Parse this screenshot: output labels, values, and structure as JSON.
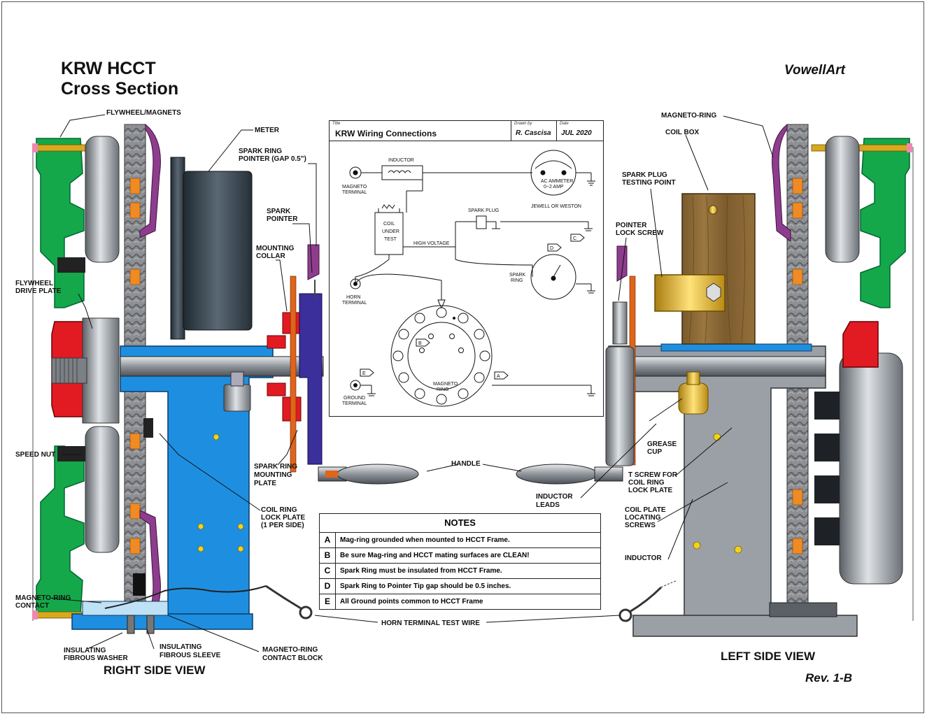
{
  "title": {
    "line1": "KRW HCCT",
    "line2": "Cross Section"
  },
  "brand": "VowellArt",
  "revision": "Rev. 1-B",
  "views": {
    "right": "RIGHT SIDE VIEW",
    "left": "LEFT SIDE VIEW"
  },
  "labels": {
    "flywheel_magnets": "FLYWHEEL/MAGNETS",
    "meter": "METER",
    "spark_ring_pointer_1": "SPARK RING",
    "spark_ring_pointer_2": "POINTER (GAP 0.5\")",
    "spark_pointer_1": "SPARK",
    "spark_pointer_2": "POINTER",
    "mounting_collar_1": "MOUNTING",
    "mounting_collar_2": "COLLAR",
    "flywheel_drive_plate_1": "FLYWHEEL",
    "flywheel_drive_plate_2": "DRIVE PLATE",
    "speed_nut": "SPEED NUT",
    "spark_ring_mounting_plate_1": "SPARK RING",
    "spark_ring_mounting_plate_2": "MOUNTING",
    "spark_ring_mounting_plate_3": "PLATE",
    "coil_ring_lock_plate_1": "COIL RING",
    "coil_ring_lock_plate_2": "LOCK PLATE",
    "coil_ring_lock_plate_3": "(1 PER SIDE)",
    "handle": "HANDLE",
    "magneto_ring_contact_1": "MAGNETO-RING",
    "magneto_ring_contact_2": "CONTACT",
    "insulating_washer_1": "INSULATING",
    "insulating_washer_2": "FIBROUS WASHER",
    "insulating_sleeve_1": "INSULATING",
    "insulating_sleeve_2": "FIBROUS SLEEVE",
    "contact_block_1": "MAGNETO-RING",
    "contact_block_2": "CONTACT BLOCK",
    "horn_terminal_test_wire": "HORN TERMINAL TEST WIRE",
    "magneto_ring": "MAGNETO-RING",
    "coil_box": "COIL BOX",
    "spark_plug_testing_point_1": "SPARK PLUG",
    "spark_plug_testing_point_2": "TESTING POINT",
    "pointer_lock_screw_1": "POINTER",
    "pointer_lock_screw_2": "LOCK SCREW",
    "grease_cup_1": "GREASE",
    "grease_cup_2": "CUP",
    "t_screw_1": "T SCREW FOR",
    "t_screw_2": "COIL RING",
    "t_screw_3": "LOCK PLATE",
    "inductor_leads_1": "INDUCTOR",
    "inductor_leads_2": "LEADS",
    "coil_plate_screws_1": "COIL PLATE",
    "coil_plate_screws_2": "LOCATING",
    "coil_plate_screws_3": "SCREWS",
    "inductor": "INDUCTOR"
  },
  "wiring": {
    "title_caption": "Title",
    "title": "KRW Wiring Connections",
    "drawn_caption": "Drawn by",
    "drawn_by": "R. Cascisa",
    "date_caption": "Date",
    "date": "JUL 2020",
    "magneto_terminal_1": "MAGNETO",
    "magneto_terminal_2": "TERMINAL",
    "inductor": "INDUCTOR",
    "ammeter_1": "AC AMMETER",
    "ammeter_2": "0~2 AMP",
    "ammeter_brand": "JEWELL OR WESTON",
    "spark_plug": "SPARK PLUG",
    "coil_1": "COIL",
    "coil_2": "UNDER",
    "coil_3": "TEST",
    "high_voltage": "HIGH VOLTAGE",
    "spark_ring_1": "SPARK",
    "spark_ring_2": "RING",
    "horn_terminal_1": "HORN",
    "horn_terminal_2": "TERMINAL",
    "ground_terminal_1": "GROUND",
    "ground_terminal_2": "TERMINAL",
    "magneto_ring_1": "MAGNETO",
    "magneto_ring_2": "RING",
    "tag_a": "A",
    "tag_b": "B",
    "tag_c": "C",
    "tag_d": "D",
    "tag_e": "E"
  },
  "notes": {
    "heading": "NOTES",
    "rows": [
      {
        "letter": "A",
        "text": "Mag-ring grounded when mounted to HCCT Frame."
      },
      {
        "letter": "B",
        "text": "Be sure Mag-ring and HCCT mating surfaces are CLEAN!"
      },
      {
        "letter": "C",
        "text": "Spark Ring must be insulated from HCCT Frame."
      },
      {
        "letter": "D",
        "text": "Spark Ring to Pointer Tip gap should be 0.5 inches."
      },
      {
        "letter": "E",
        "text": "All Ground points common to HCCT Frame"
      }
    ]
  },
  "colors": {
    "frame_blue": "#1e8fe0",
    "magnet_green": "#15a84a",
    "collar_red": "#e21b23",
    "ring_purple": "#8e3d8e",
    "knob_gold": "#d8a81e",
    "meter_dark": "#3a4650",
    "spark_violet": "#3b2f9c",
    "steel_gray": "#9aa0a6"
  }
}
